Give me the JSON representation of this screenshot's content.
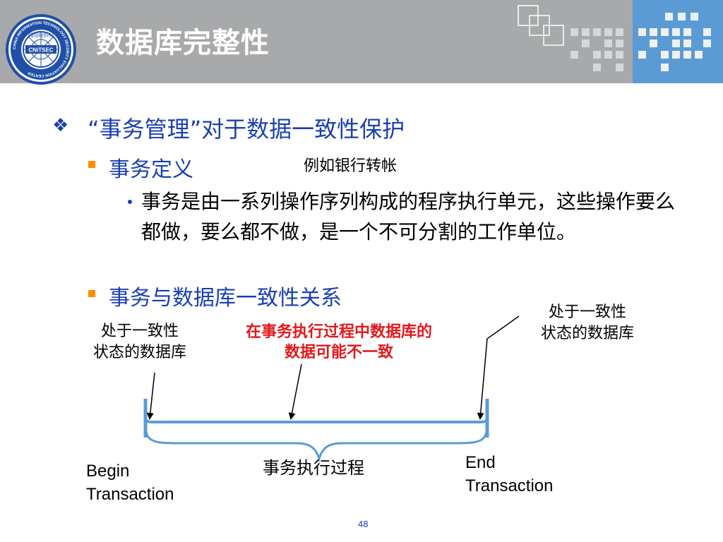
{
  "header": {
    "title": "数据库完整性",
    "logo_ring_text": "CHINA INFORMATION TECHNOLOGY SECURITY EVALUATION CENTER",
    "logo_center_text": "CNITSEC",
    "logo_chinese": "中国信息安全测评中心"
  },
  "content": {
    "level1": "“事务管理”对于数据一致性保护",
    "level2_a": "事务定义",
    "example": "例如银行转帐",
    "level3": "事务是由一系列操作序列构成的程序执行单元，这些操作要么都做，要么都不做，是一个不可分割的工作单位。",
    "level2_b": "事务与数据库一致性关系"
  },
  "diagram": {
    "left_note_line1": "处于一致性",
    "left_note_line2": "状态的数据库",
    "mid_note_line1": "在事务执行过程中数据库的",
    "mid_note_line2": "数据可能不一致",
    "right_note_line1": "处于一致性",
    "right_note_line2": "状态的数据库",
    "process_label": "事务执行过程",
    "begin_line1": "Begin",
    "begin_line2": "Transaction",
    "end_line1": "End",
    "end_line2": "Transaction"
  },
  "footer": {
    "page_number": "48"
  },
  "colors": {
    "header_gray": "#a7a9ab",
    "header_blue": "#5b9bd5",
    "text_blue": "#1a3fb0",
    "red": "#e0191b",
    "bracket_blue": "#5b9bd5",
    "bullet_orange": "#ff8c00"
  }
}
